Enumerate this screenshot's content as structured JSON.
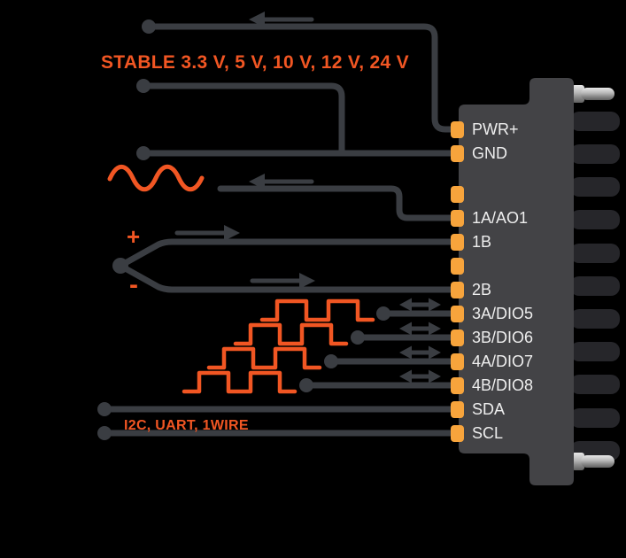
{
  "diagram": {
    "stable_voltages_label": "STABLE 3.3 V, 5 V, 10 V, 12 V, 24 V",
    "protocols_label": "I2C, UART, 1WIRE",
    "plus_label": "+",
    "minus_label": "-"
  },
  "connector": {
    "pin_labels": [
      "PWR+",
      "GND",
      "",
      "1A/AO1",
      "1B",
      "",
      "2B",
      "3A/DIO5",
      "3B/DIO6",
      "4A/DIO7",
      "4B/DIO8",
      "SDA",
      "SCL"
    ]
  },
  "waveforms": {
    "analog_output": "sine-wave",
    "dio_channels": "square-wave"
  },
  "colors": {
    "background": "#000000",
    "wire": "#3a3d42",
    "connector_body": "#434346",
    "connector_teeth": "#26262a",
    "pad": "#f7a43c",
    "accent": "#f15623",
    "pin_label": "#eeeeee",
    "metal_pin": "#c9c9c9"
  }
}
